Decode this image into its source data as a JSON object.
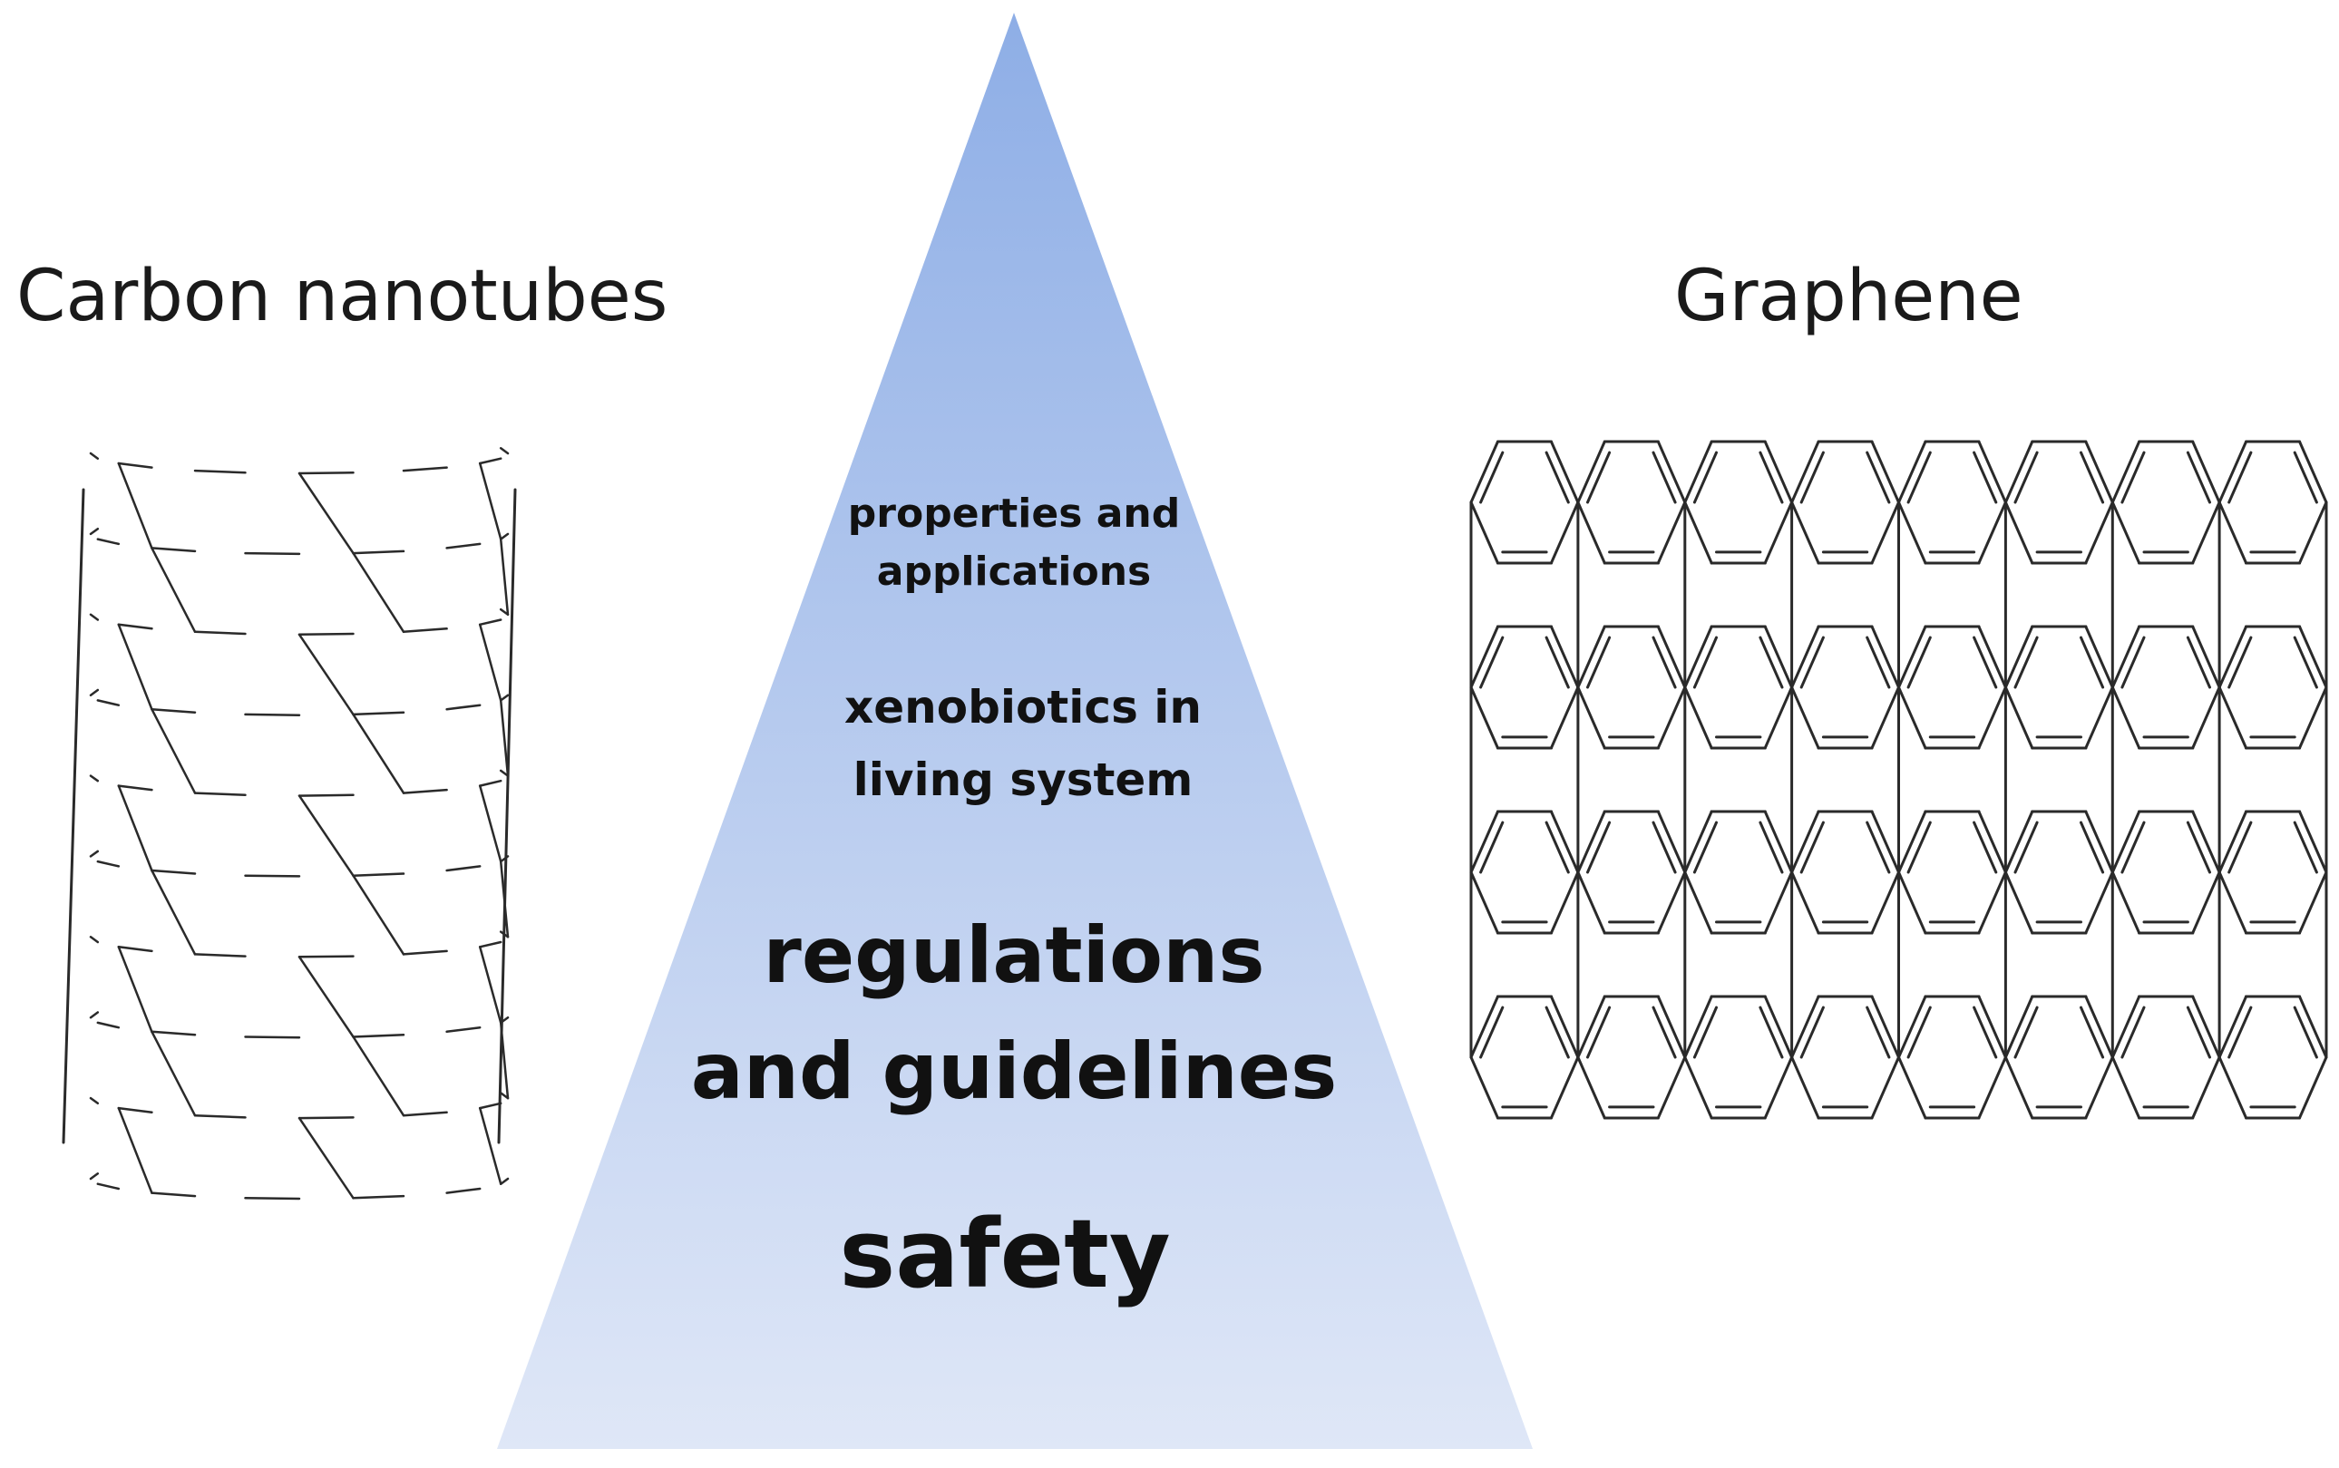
{
  "left": {
    "title": "Carbon nanotubes",
    "icon": "carbon-nanotube-icon"
  },
  "right": {
    "title": "Graphene",
    "icon": "graphene-lattice-icon"
  },
  "pyramid": {
    "gradient_top": "#8eaee6",
    "gradient_bottom": "#dfe7f7",
    "tiers": [
      {
        "lines": [
          "properties and",
          "applications"
        ]
      },
      {
        "lines": [
          "xenobiotics in",
          "living system"
        ]
      },
      {
        "lines": [
          "regulations",
          "and guidelines"
        ]
      },
      {
        "lines": [
          "safety"
        ]
      }
    ]
  }
}
